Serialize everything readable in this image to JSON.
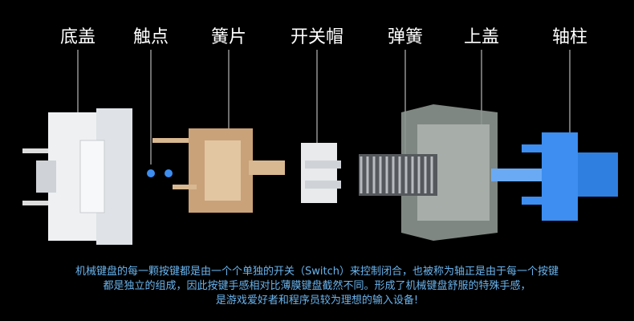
{
  "labels": {
    "base": "底盖",
    "contacts": "触点",
    "leaf_spring": "簧片",
    "switch_cap": "开关帽",
    "spring": "弹簧",
    "top_cover": "上盖",
    "stem": "轴柱"
  },
  "caption": [
    "机械键盘的每一颗按键都是由一个个单独的开关（Switch）来控制闭合，也被称为轴正是由于每一个按键",
    "都是独立的组成，因此按键手感相对比薄膜键盘截然不同。形成了机械键盘舒服的特殊手感，",
    "是游戏爱好者和程序员较为理想的输入设备!"
  ],
  "colors": {
    "caption": "#6ab4ee",
    "stem": "#3d8ef0",
    "leaf": "#c9a27a",
    "contact": "#3d8ef0"
  }
}
